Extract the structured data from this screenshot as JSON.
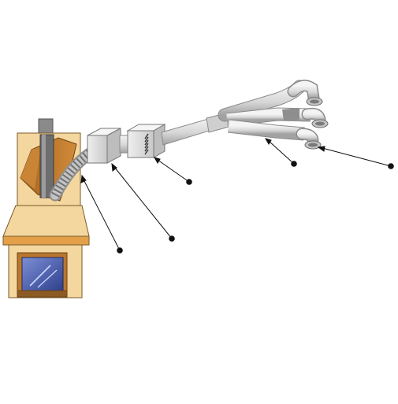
{
  "diagram": {
    "parts": [
      {
        "id": "fireplace",
        "icon": "fireplace-icon"
      },
      {
        "id": "chimney-hood",
        "icon": "hood-cutaway-icon"
      },
      {
        "id": "flexible-duct",
        "icon": "flex-duct-icon"
      },
      {
        "id": "connection-box",
        "icon": "junction-box-icon"
      },
      {
        "id": "blower-fan-box",
        "icon": "fan-box-icon"
      },
      {
        "id": "main-duct",
        "icon": "duct-pipe-icon"
      },
      {
        "id": "branch-ducts",
        "icon": "branch-pipe-icon"
      },
      {
        "id": "outlet-elbows",
        "icon": "elbow-outlet-icon"
      }
    ],
    "callouts": 5,
    "colors": {
      "brick_light": "#f4d79e",
      "brick_dark": "#b8762e",
      "hood": "#e5a04a",
      "glass": "#4a5fb0",
      "duct": "#d8d8d8",
      "duct_shadow": "#a7a7a7",
      "pointer": "#111111"
    }
  }
}
